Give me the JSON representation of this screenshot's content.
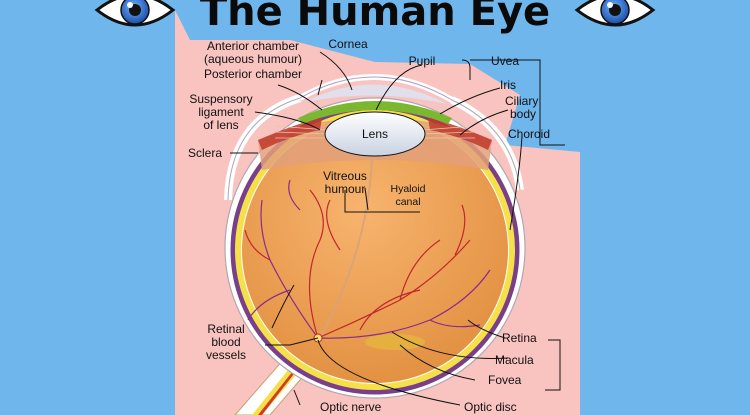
{
  "title": "The Human Eye",
  "labels": {
    "anterior_chamber_1": "Anterior chamber",
    "anterior_chamber_2": "(aqueous humour)",
    "posterior_chamber": "Posterior chamber",
    "cornea": "Cornea",
    "pupil": "Pupil",
    "uvea": "Uvea",
    "iris": "Iris",
    "ciliary_body_1": "Ciliary",
    "ciliary_body_2": "body",
    "choroid": "Choroid",
    "suspensory_1": "Suspensory",
    "suspensory_2": "ligament",
    "suspensory_3": "of lens",
    "lens": "Lens",
    "sclera": "Sclera",
    "vitreous_1": "Vitreous",
    "vitreous_2": "humour",
    "hyaloid_1": "Hyaloid",
    "hyaloid_2": "canal",
    "retinal_vessels_1": "Retinal",
    "retinal_vessels_2": "blood",
    "retinal_vessels_3": "vessels",
    "retina": "Retina",
    "macula": "Macula",
    "fovea": "Fovea",
    "optic_nerve": "Optic nerve",
    "optic_disc": "Optic disc"
  },
  "colors": {
    "background": "#6fb6ec",
    "panel": "#f9c3c0",
    "vitreous": "#f0a862",
    "sclera": "#ffffff",
    "retina": "#f6e04a",
    "choroid": "#7a3f8a",
    "iris": "#7cb82f",
    "lens": "#dfe6f2",
    "vessels": "#c1272d"
  },
  "icons": [
    "eye-icon",
    "eye-icon"
  ]
}
